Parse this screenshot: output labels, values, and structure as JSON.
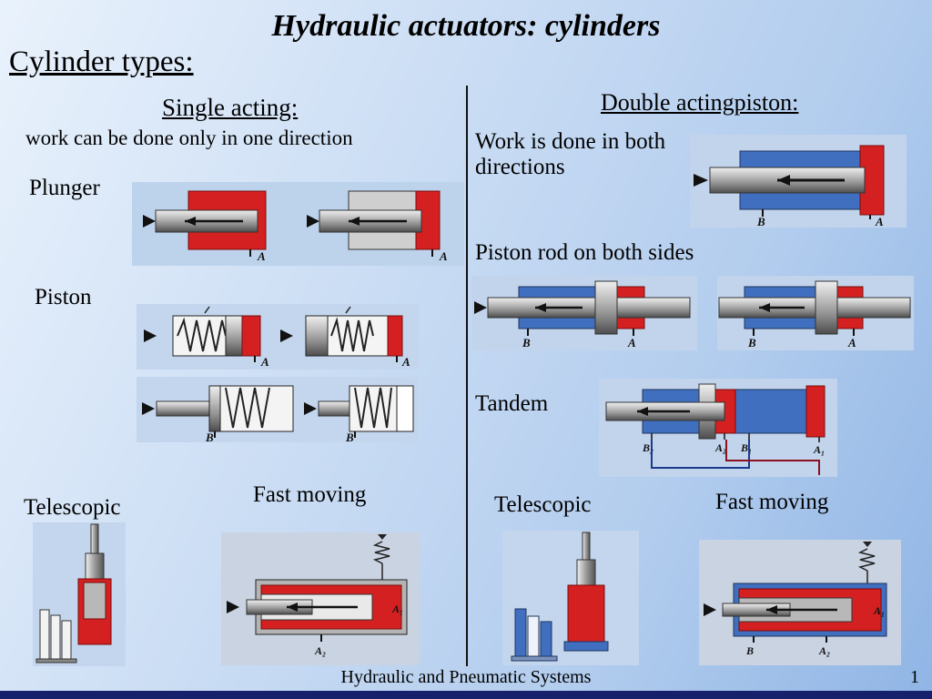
{
  "title": "Hydraulic actuators: cylinders",
  "heading": "Cylinder types:",
  "left": {
    "heading": "Single acting:",
    "description": "work can be done only in one direction",
    "plunger_label": "Plunger",
    "piston_label": "Piston",
    "telescopic_label": "Telescopic",
    "fast_moving_label": "Fast moving"
  },
  "right": {
    "heading": "Double actingpiston:",
    "work_text": "Work is done in both directions",
    "rod_text": "Piston rod on both sides",
    "tandem_label": "Tandem",
    "telescopic_label": "Telescopic",
    "fast_moving_label": "Fast moving"
  },
  "footer": {
    "text": "Hydraulic and Pneumatic Systems",
    "page": "1"
  },
  "ports": {
    "plunger1": "A",
    "plunger2": "A",
    "piston1a": "A",
    "piston1b": "A",
    "piston2a": "B",
    "piston2b": "B",
    "fm_left_a1": "A₁",
    "fm_left_a2": "A₂",
    "da_b": "B",
    "da_a": "A",
    "rbs1_b": "B",
    "rbs1_a": "A",
    "rbs2_b": "B",
    "rbs2_a": "A",
    "tandem_b2": "B₂",
    "tandem_a2": "A₂",
    "tandem_b1": "B₁",
    "tandem_a1": "A₁",
    "fm_right_b": "B",
    "fm_right_a1": "A₁",
    "fm_right_a2": "A₂"
  },
  "colors": {
    "red": "#d42020",
    "blue": "#3f6fbe",
    "navy_bar": "#17206b"
  }
}
